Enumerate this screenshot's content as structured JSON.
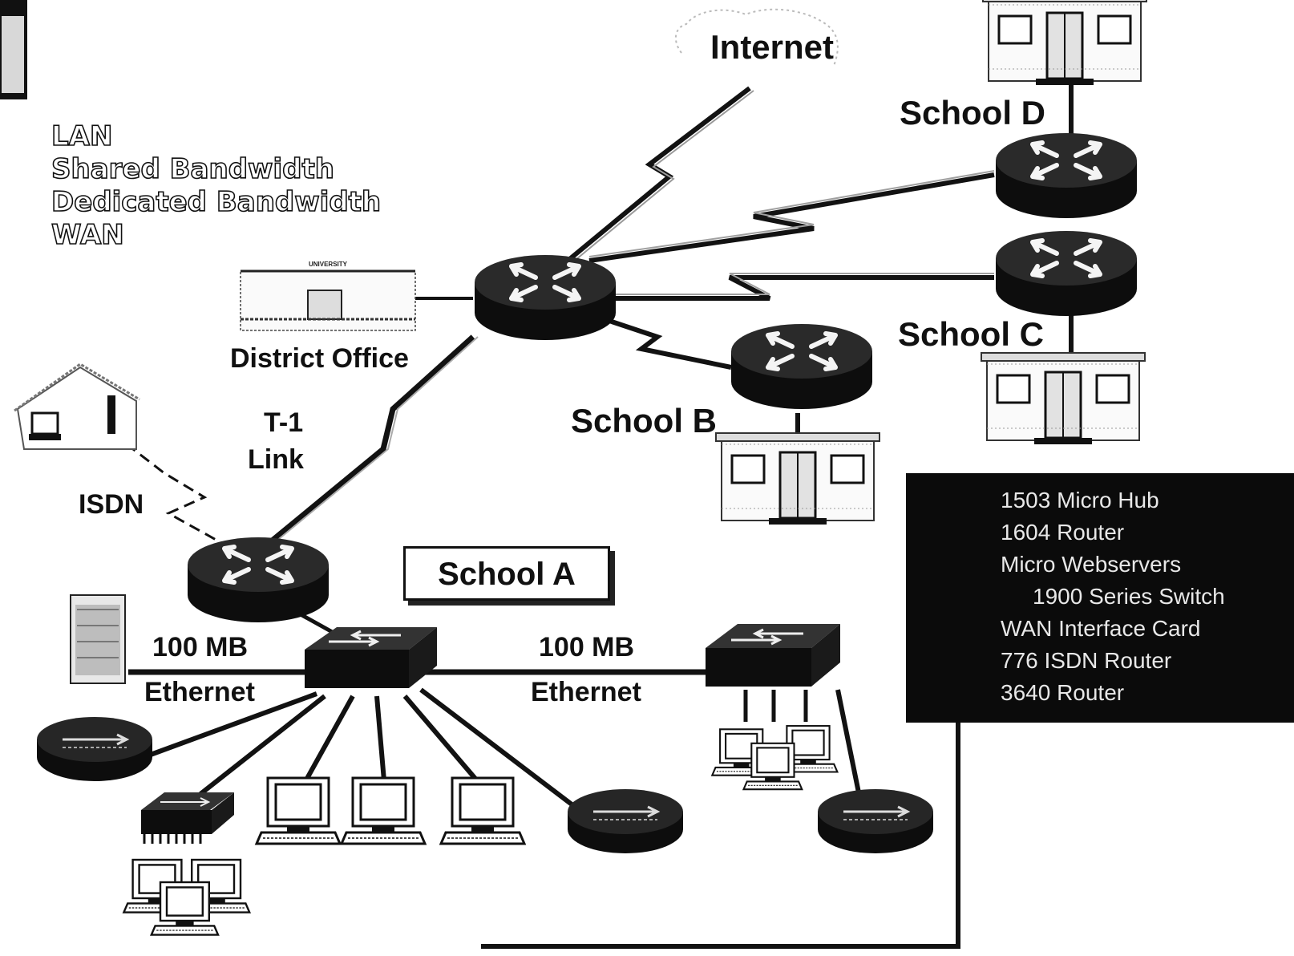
{
  "legend": {
    "items": [
      "LAN",
      "Shared Bandwidth",
      "Dedicated Bandwidth",
      "WAN"
    ]
  },
  "labels": {
    "internet": "Internet",
    "school_d": "School D",
    "school_c": "School C",
    "school_b": "School B",
    "school_a": "School A",
    "district_office": "District Office",
    "t1_line1": "T-1",
    "t1_line2": "Link",
    "isdn": "ISDN",
    "eth_left_speed": "100 MB",
    "eth_left_name": "Ethernet",
    "eth_right_speed": "100 MB",
    "eth_right_name": "Ethernet",
    "university_sign": "UNIVERSITY"
  },
  "device_list": [
    "1503 Micro Hub",
    "1604 Router",
    "Micro Webservers",
    "1900 Series Switch",
    "WAN Interface Card",
    "776 ISDN Router",
    "3640 Router"
  ],
  "colors": {
    "device_dark": "#151515",
    "line": "#111111",
    "box_bg": "#0b0b0b",
    "box_text": "#e8e8e8"
  }
}
